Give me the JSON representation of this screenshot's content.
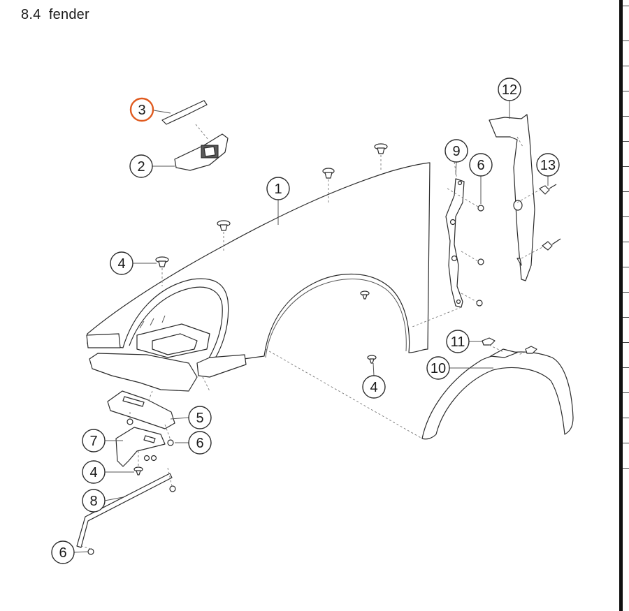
{
  "page": {
    "section_number": "8.4",
    "section_title": "fender"
  },
  "callouts": [
    {
      "id": "c1",
      "label": "1"
    },
    {
      "id": "c2",
      "label": "2"
    },
    {
      "id": "c3",
      "label": "3",
      "highlighted": true
    },
    {
      "id": "c4a",
      "label": "4"
    },
    {
      "id": "c4b",
      "label": "4"
    },
    {
      "id": "c4c",
      "label": "4"
    },
    {
      "id": "c5",
      "label": "5"
    },
    {
      "id": "c6a",
      "label": "6"
    },
    {
      "id": "c6b",
      "label": "6"
    },
    {
      "id": "c6c",
      "label": "6"
    },
    {
      "id": "c7",
      "label": "7"
    },
    {
      "id": "c8",
      "label": "8"
    },
    {
      "id": "c9",
      "label": "9"
    },
    {
      "id": "c10",
      "label": "10"
    },
    {
      "id": "c11",
      "label": "11"
    },
    {
      "id": "c12",
      "label": "12"
    },
    {
      "id": "c13",
      "label": "13"
    }
  ],
  "colors": {
    "highlight": "#e05a1e",
    "callout_stroke": "#2b2b2b",
    "line_art": "#2b2b2b"
  }
}
